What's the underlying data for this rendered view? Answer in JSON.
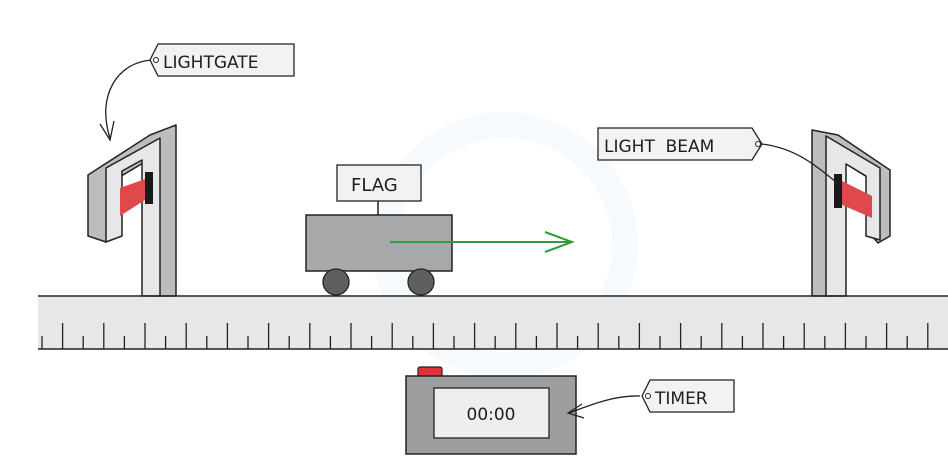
{
  "labels": {
    "lightgate": "LIGHTGATE",
    "flag": "FLAG",
    "light_beam": "LIGHT  BEAM",
    "timer": "TIMER"
  },
  "timer_display": "00:00",
  "ruler": {
    "major_tick_count": 12,
    "minor_ticks_per_major": 2
  },
  "colors": {
    "beam": "#e0494b",
    "arrow": "#2e9e3a",
    "trolley_body": "#a7a8aa",
    "wheel": "#5e5f61",
    "gate_front": "#e6e7e8",
    "gate_side": "#bcbdbf",
    "timer_body": "#9d9ea0",
    "timer_button": "#e0303a",
    "outline": "#222222"
  }
}
